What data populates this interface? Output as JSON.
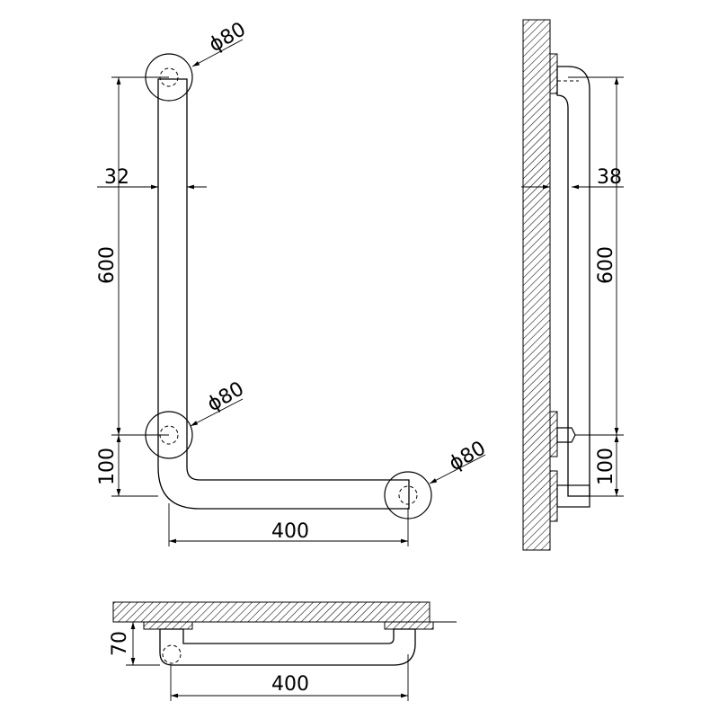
{
  "front_view": {
    "flange_top_diameter": "ϕ80",
    "flange_mid_diameter": "ϕ80",
    "flange_right_diameter": "ϕ80",
    "tube_width": "32",
    "vertical_length": "600",
    "bend_offset": "100",
    "horizontal_length": "400"
  },
  "side_view": {
    "wall_projection": "38",
    "vertical_length": "600",
    "bend_offset": "100"
  },
  "top_view": {
    "depth": "70",
    "horizontal_length": "400"
  }
}
